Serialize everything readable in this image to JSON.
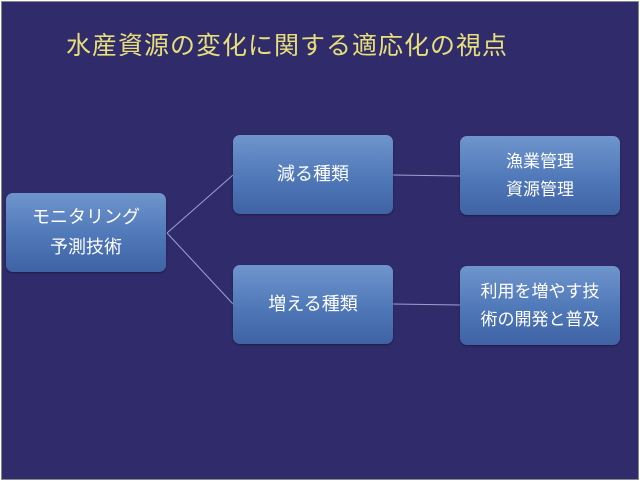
{
  "title": "水産資源の変化に関する適応化の視点",
  "nodes": {
    "root": {
      "lines": [
        "モニタリング",
        "予測技術"
      ]
    },
    "decrease": {
      "lines": [
        "減る種類"
      ]
    },
    "increase": {
      "lines": [
        "増える種類"
      ]
    },
    "management": {
      "lines": [
        "漁業管理",
        "資源管理"
      ]
    },
    "utilization": {
      "lines": [
        "利用を増やす技",
        "術の開発と普及"
      ]
    }
  },
  "colors": {
    "background": "#302c6c",
    "title": "#e8df7a",
    "box": "#5a80bf"
  }
}
